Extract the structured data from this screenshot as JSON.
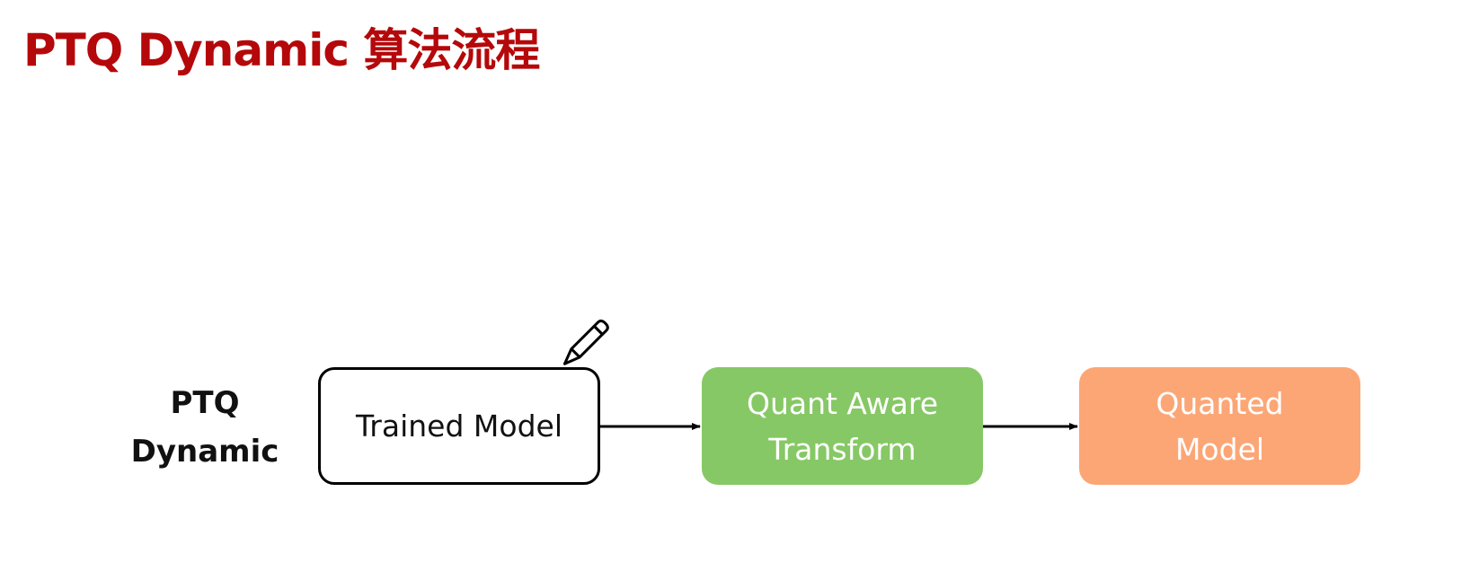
{
  "title": "PTQ Dynamic 算法流程",
  "diagram": {
    "row_label_lines": [
      "PTQ",
      "Dynamic"
    ],
    "nodes": [
      {
        "id": "trained-model",
        "lines": [
          "Trained Model"
        ],
        "fill": "#ffffff",
        "border": "#000000"
      },
      {
        "id": "quant-aware-transform",
        "lines": [
          "Quant Aware",
          "Transform"
        ],
        "fill": "#86c865"
      },
      {
        "id": "quanted-model",
        "lines": [
          "Quanted",
          "Model"
        ],
        "fill": "#fca676"
      }
    ],
    "edges": [
      {
        "from": "trained-model",
        "to": "quant-aware-transform"
      },
      {
        "from": "quant-aware-transform",
        "to": "quanted-model"
      }
    ]
  },
  "colors": {
    "title": "#b5080a",
    "arrow": "#000000"
  },
  "icons": [
    "pencil-icon"
  ]
}
